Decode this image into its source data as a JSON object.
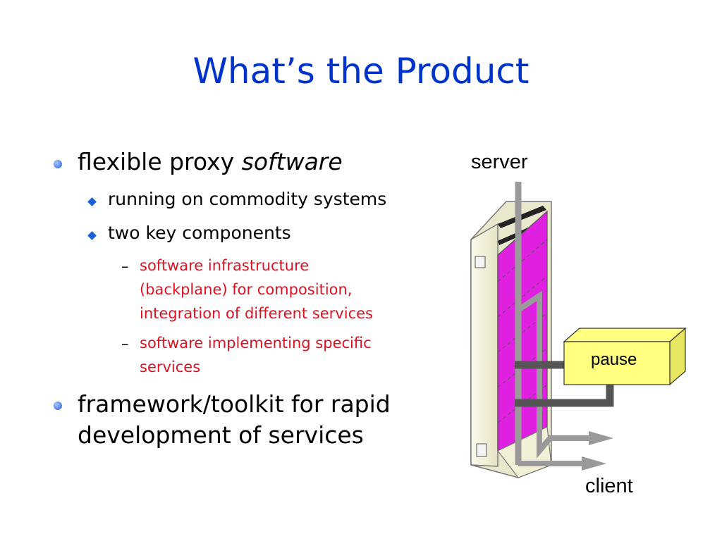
{
  "slide": {
    "title": "What’s the Product",
    "bullets": [
      {
        "text": "flexible proxy ",
        "text_italic": "software",
        "sub": [
          {
            "text": "running on commodity systems"
          },
          {
            "text": "two key components",
            "sub": [
              {
                "dash": "–",
                "lines": [
                  "software infrastructure",
                  "(backplane) for composition,",
                  "integration of different services"
                ]
              },
              {
                "dash": "–",
                "lines": [
                  "software implementing specific",
                  "services"
                ]
              }
            ]
          }
        ]
      },
      {
        "lines": [
          "framework/toolkit for rapid",
          "development of services"
        ]
      }
    ]
  },
  "diagram": {
    "server_label": "server",
    "client_label": "client",
    "box_label": "pause",
    "colors": {
      "title": "#0033cc",
      "red_text": "#e01020",
      "magenta_panel": "#e020e0",
      "yellow_box": "#ffff80",
      "gray_pipe": "#9a9a9a",
      "chassis": "#f2f0d6"
    },
    "icons": [
      "bullet-dot-icon",
      "diamond-bullet-icon",
      "server-icon",
      "arrow-icon"
    ]
  }
}
